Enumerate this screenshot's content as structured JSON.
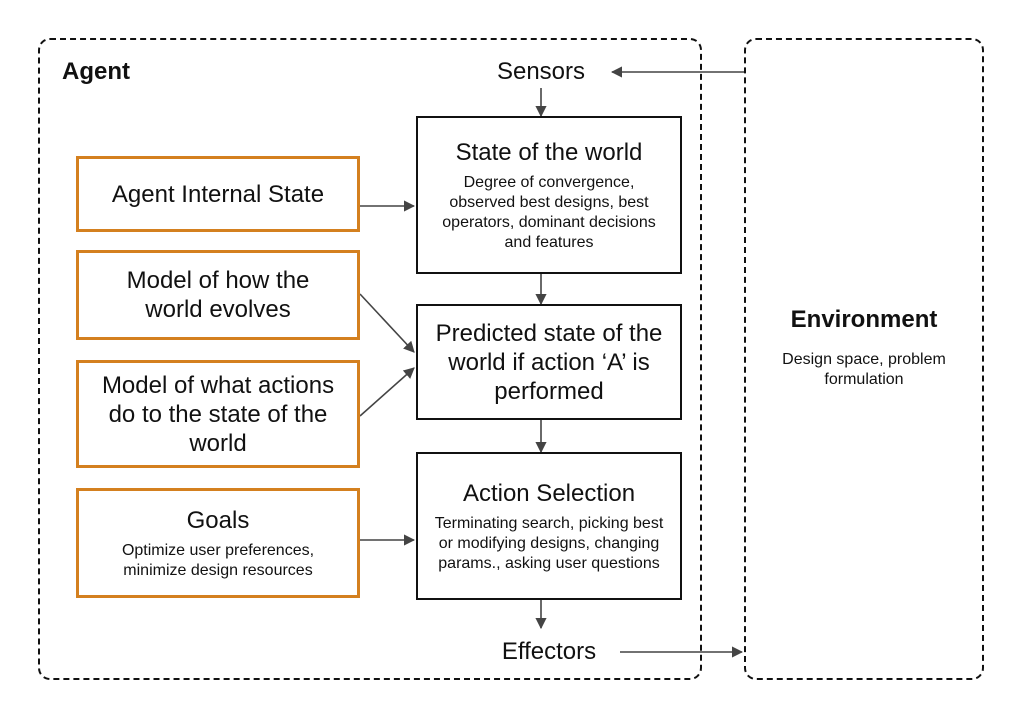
{
  "agent": {
    "title": "Agent",
    "sensors": "Sensors",
    "effectors": "Effectors",
    "left_boxes": [
      {
        "title": "Agent Internal State"
      },
      {
        "title": "Model of how the world evolves"
      },
      {
        "title": "Model of what actions do to the state of the world"
      },
      {
        "title": "Goals",
        "subtitle": "Optimize user preferences, minimize design resources"
      }
    ],
    "center_boxes": [
      {
        "title": "State of the world",
        "subtitle": "Degree of convergence, observed best designs, best operators, dominant decisions and features"
      },
      {
        "title": "Predicted state of the world if action ‘A’ is performed"
      },
      {
        "title": "Action Selection",
        "subtitle": "Terminating search, picking best or modifying designs, changing params., asking user questions"
      }
    ]
  },
  "environment": {
    "title": "Environment",
    "description": "Design space, problem formulation"
  },
  "colors": {
    "orange_border": "#d4801f",
    "line": "#444444",
    "text": "#111111"
  }
}
